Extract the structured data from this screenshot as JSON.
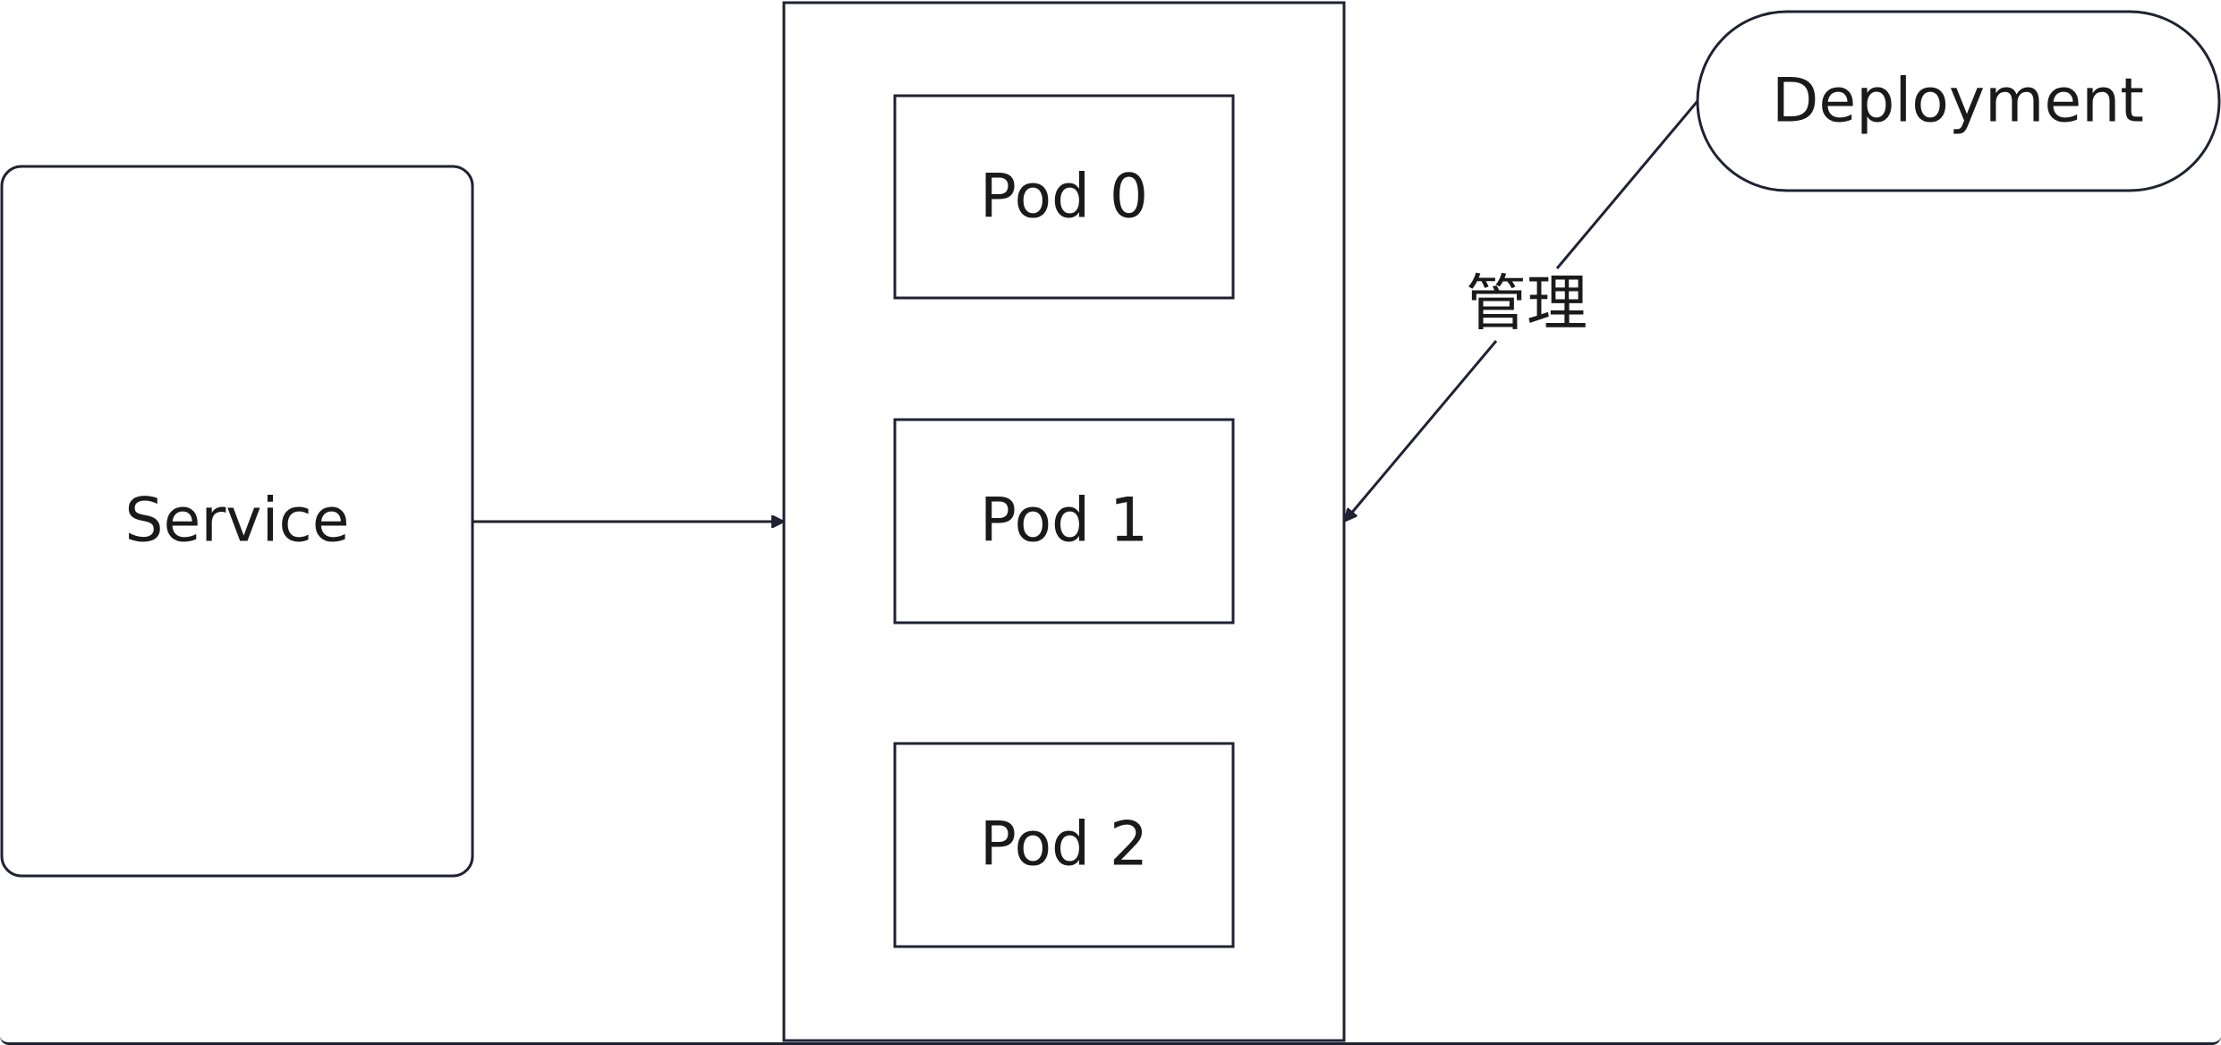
{
  "diagram": {
    "nodes": {
      "service": {
        "label": "Service"
      },
      "pod_group": {
        "label": ""
      },
      "pods": [
        {
          "label": "Pod 0"
        },
        {
          "label": "Pod 1"
        },
        {
          "label": "Pod 2"
        }
      ],
      "deployment": {
        "label": "Deployment"
      }
    },
    "edges": [
      {
        "from": "service",
        "to": "pod_group",
        "label": ""
      },
      {
        "from": "deployment",
        "to": "pod_group",
        "label": "管理"
      }
    ],
    "colors": {
      "stroke": "#1f2233",
      "text": "#1a1a1a",
      "background": "#ffffff"
    }
  }
}
